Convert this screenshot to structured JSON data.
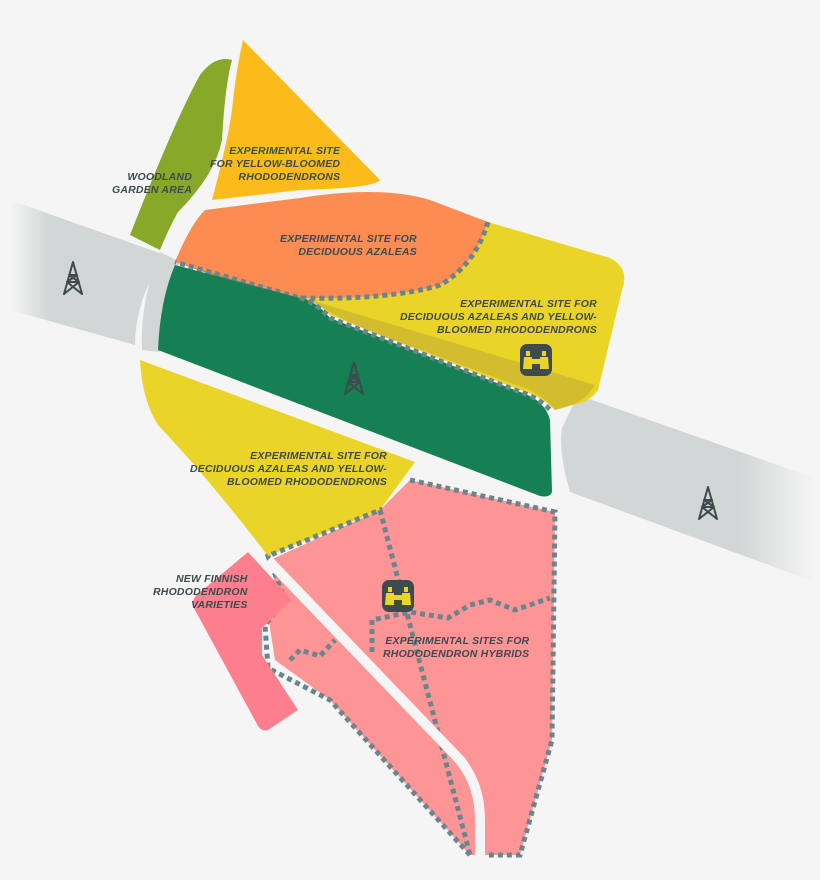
{
  "colors": {
    "background": "#f5f5f5",
    "road": "#d3d6d6",
    "woodland": "#88a829",
    "yellow_bloomed": "#fbbc1b",
    "azaleas": "#fd8c52",
    "azaleas_shade": "#d67c55",
    "mixed_yellow": "#e9d427",
    "mixed_yellow_shade": "#cdb92f",
    "dark_green": "#148053",
    "hybrids": "#fd9596",
    "finnish": "#fd7f8e",
    "dashed_border": "#6b858c",
    "icon_bg": "#3d4a4e",
    "text": "#3d4a4e"
  },
  "labels": {
    "woodland": [
      "WOODLAND",
      "GARDEN AREA"
    ],
    "yellow_bloomed": [
      "EXPERIMENTAL SITE",
      "FOR YELLOW-BLOOMED",
      "RHODODENDRONS"
    ],
    "azaleas": [
      "EXPERIMENTAL SITE FOR",
      "DECIDUOUS AZALEAS"
    ],
    "mixed_east": [
      "EXPERIMENTAL SITE FOR",
      "DECIDUOUS AZALEAS AND YELLOW-",
      "BLOOMED RHODODENDRONS"
    ],
    "mixed_west": [
      "EXPERIMENTAL SITE FOR",
      "DECIDUOUS AZALEAS AND YELLOW-",
      "BLOOMED RHODODENDRONS"
    ],
    "finnish": [
      "NEW FINNISH",
      "RHODODENDRON",
      "VARIETIES"
    ],
    "hybrids": [
      "EXPERIMENTAL SITES FOR",
      "RHODODENDRON HYBRIDS"
    ]
  },
  "icons": {
    "tower_west": "power-tower-icon",
    "tower_center": "power-tower-icon",
    "tower_east": "power-tower-icon",
    "viewpoint_east": "binoculars-icon",
    "viewpoint_south": "binoculars-icon"
  }
}
